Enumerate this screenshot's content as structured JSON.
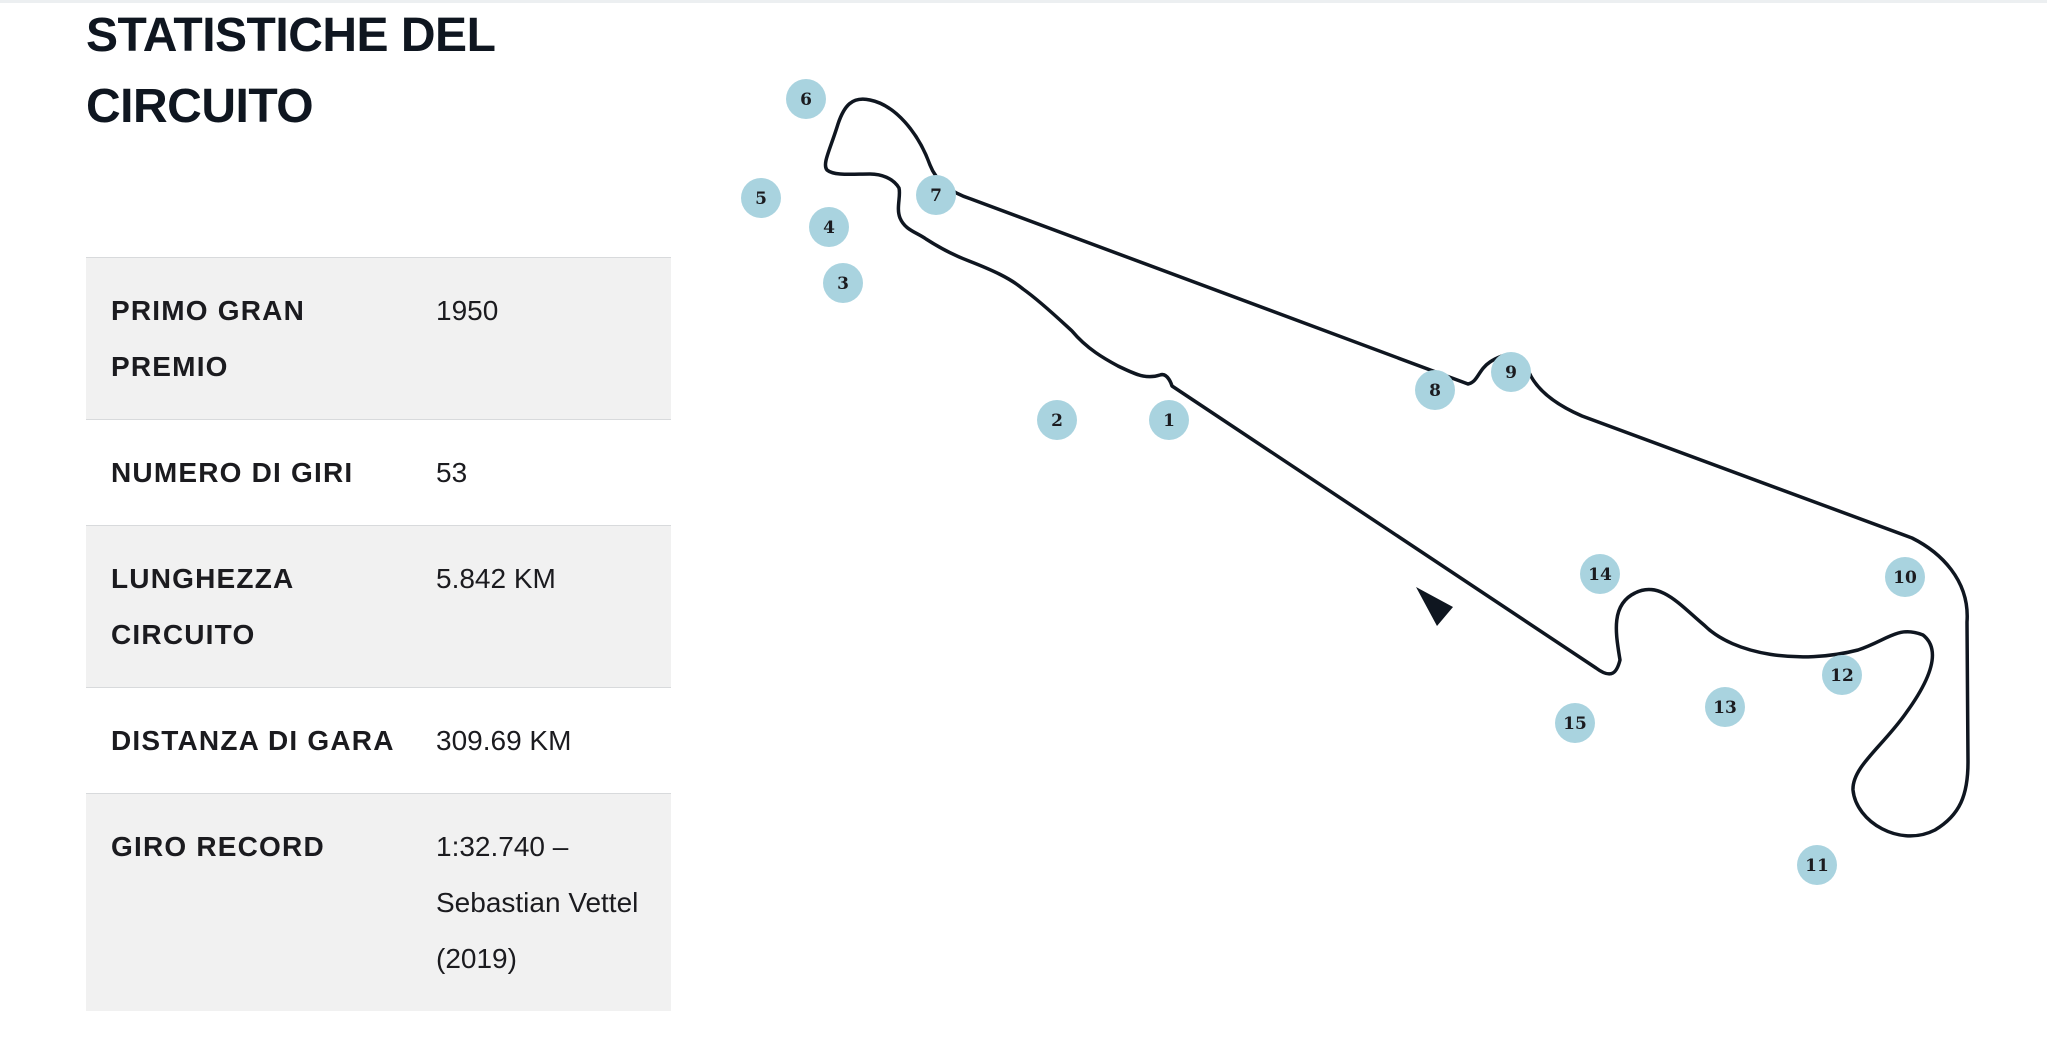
{
  "page": {
    "title": "STATISTICHE DEL CIRCUITO"
  },
  "stats": [
    {
      "label": "PRIMO GRAN PREMIO",
      "value": "1950",
      "shaded": true
    },
    {
      "label": "NUMERO DI GIRI",
      "value": "53",
      "shaded": false
    },
    {
      "label": "LUNGHEZZA CIRCUITO",
      "value": "5.842 KM",
      "shaded": true
    },
    {
      "label": "DISTANZA DI GARA",
      "value": "309.69 KM",
      "shaded": false
    },
    {
      "label": "GIRO RECORD",
      "value": "1:32.740 – Sebastian Vettel (2019)",
      "shaded": true
    }
  ],
  "circuit_map": {
    "direction_icon": "direction-arrow-icon",
    "turns": [
      "1",
      "2",
      "3",
      "4",
      "5",
      "6",
      "7",
      "8",
      "9",
      "10",
      "11",
      "12",
      "13",
      "14",
      "15"
    ],
    "colors": {
      "track": "#0f1620",
      "turn_marker": "#a9d3df"
    }
  }
}
